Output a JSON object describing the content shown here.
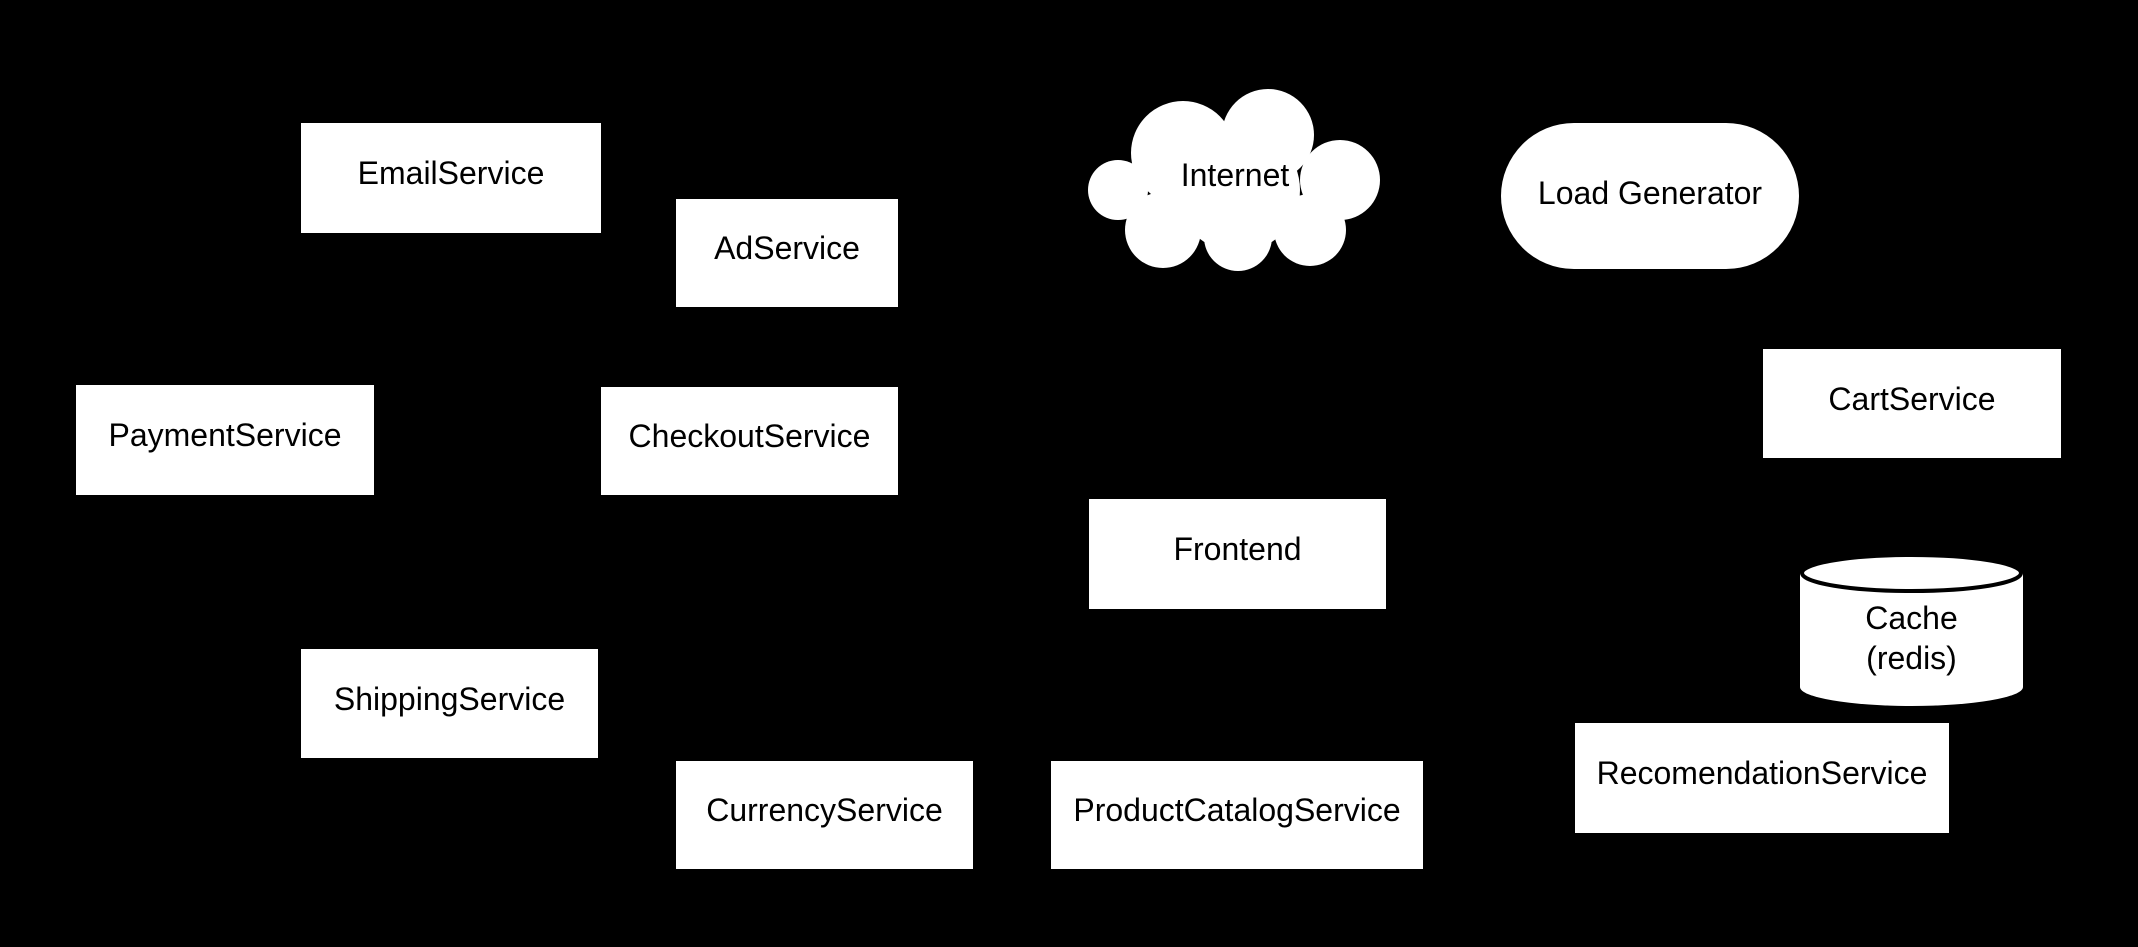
{
  "diagram": {
    "type": "architecture-diagram",
    "description": "Microservices architecture diagram, white nodes on black background, no visible edges"
  },
  "colors": {
    "background": "#000000",
    "node_fill": "#ffffff",
    "node_text": "#000000"
  },
  "nodes": [
    {
      "id": "email-service",
      "label": "EmailService",
      "shape": "rectangle"
    },
    {
      "id": "ad-service",
      "label": "AdService",
      "shape": "rectangle"
    },
    {
      "id": "internet",
      "label": "Internet",
      "shape": "cloud"
    },
    {
      "id": "load-generator",
      "label": "Load Generator",
      "shape": "stadium"
    },
    {
      "id": "payment-service",
      "label": "PaymentService",
      "shape": "rectangle"
    },
    {
      "id": "checkout-service",
      "label": "CheckoutService",
      "shape": "rectangle"
    },
    {
      "id": "cart-service",
      "label": "CartService",
      "shape": "rectangle"
    },
    {
      "id": "frontend",
      "label": "Frontend",
      "shape": "rectangle"
    },
    {
      "id": "cache-redis",
      "label": "Cache",
      "label_line2": "(redis)",
      "shape": "cylinder"
    },
    {
      "id": "shipping-service",
      "label": "ShippingService",
      "shape": "rectangle"
    },
    {
      "id": "currency-service",
      "label": "CurrencyService",
      "shape": "rectangle"
    },
    {
      "id": "product-catalog-service",
      "label": "ProductCatalogService",
      "shape": "rectangle"
    },
    {
      "id": "recomendation-service",
      "label": "RecomendationService",
      "shape": "rectangle"
    }
  ]
}
